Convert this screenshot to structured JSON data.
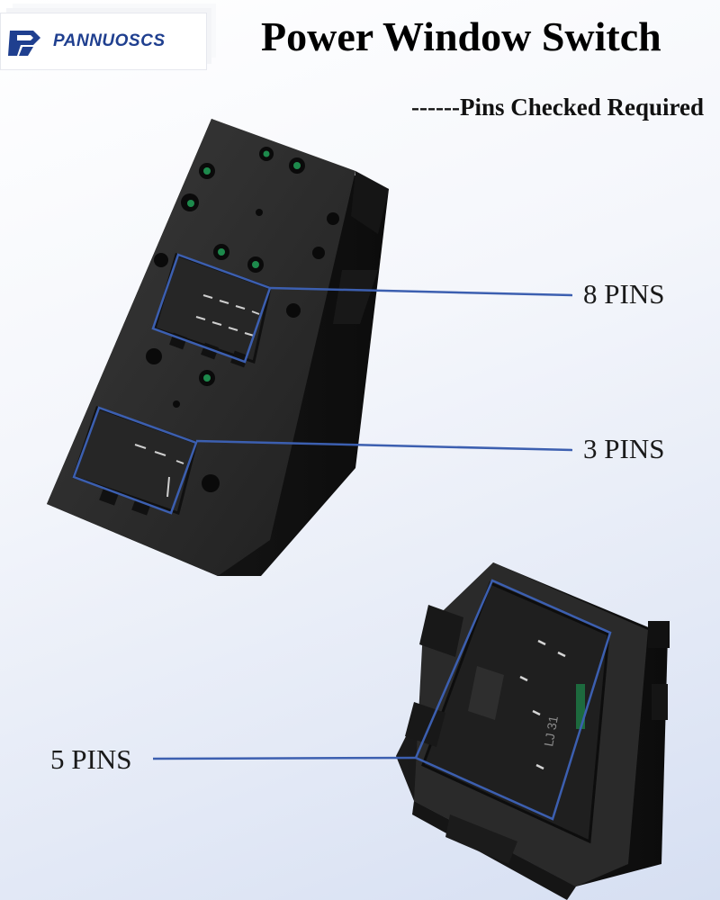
{
  "brand": {
    "name": "PANNUOSCS",
    "logo_icon": "pannuoscs-logo-icon",
    "color": "#1f3f8f"
  },
  "header": {
    "title": "Power Window Switch",
    "subtitle": "------Pins Checked Required"
  },
  "callouts": {
    "pins_8": "8 PINS",
    "pins_3": "3 PINS",
    "pins_5": "5 PINS",
    "line_color": "#3c5fb0"
  }
}
